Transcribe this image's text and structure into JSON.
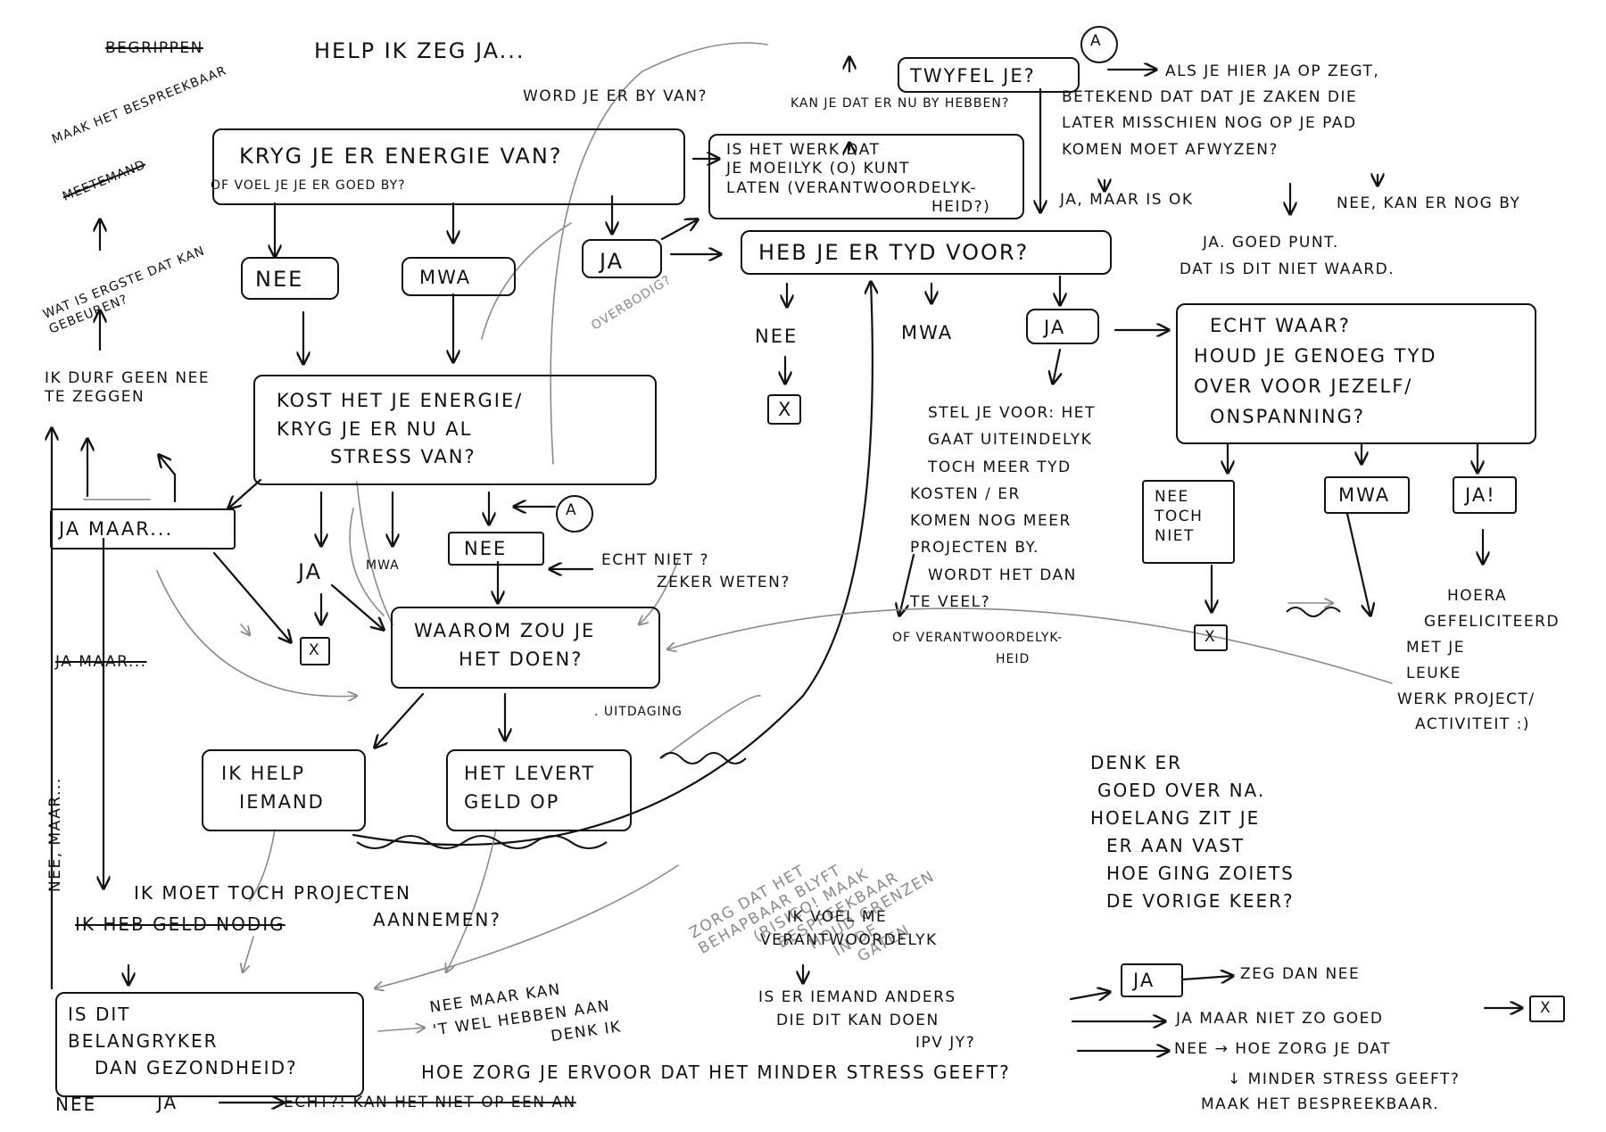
{
  "title_struck": "BEGRIPPEN",
  "title": "HELP IK ZEG JA...",
  "top_left": {
    "make_discussable": "MAAK HET BESPREEKBAAR",
    "make_struck": "MEETEMAND",
    "worst_case": "WAT IS ERGSTE DAT KAN GEBEUREN?",
    "dare_not": "IK DURF GEEN NEE TE ZEGGEN"
  },
  "q_energy": {
    "hint": "WORD JE ER BY VAN?",
    "line1": "KRYG JE ER ENERGIE VAN?",
    "line2": "OF VOEL JE JE ER GOED BY?"
  },
  "ans_energy": {
    "nee": "NEE",
    "mwa": "MWA",
    "ja": "JA"
  },
  "q_difficult": {
    "hint": "KAN JE DAT ER NU BY HEBBEN?",
    "lines": [
      "IS HET WERK DAT",
      "JE MOEILYK (O) KUNT",
      "LATEN (VERANTWOORDELYK-",
      "HEID?)"
    ]
  },
  "q_doubt": {
    "label": "TWYFEL JE?",
    "marker": "A",
    "lines": [
      "ALS JE HIER JA OP ZEGT,",
      "BETEKEND DAT DAT JE ZAKEN DIE",
      "LATER MISSCHIEN NOG OP JE PAD",
      "KOMEN MOET AFWYZEN?"
    ],
    "ans_yes": "JA, MAAR IS OK",
    "ans_no": "NEE, KAN ER NOG BY",
    "ans_good": "JA. GOED PUNT.",
    "ans_good2": "DAT IS DIT NIET WAARD."
  },
  "q_time": {
    "label": "HEB JE ER TYD VOOR?",
    "nee": "NEE",
    "mwa": "MWA",
    "ja": "JA",
    "x": "X"
  },
  "q_really": {
    "lines": [
      "ECHT WAAR?",
      "HOUD JE GENOEG TYD",
      "OVER VOOR JEZELF/",
      "ONSPANNING?"
    ],
    "nee": "NEE TOCH NIET",
    "mwa": "MWA",
    "ja": "JA!",
    "x": "X",
    "hooray": [
      "HOERA",
      "GEFELICITEERD",
      "MET JE",
      "LEUKE",
      "WERK PROJECT/",
      "ACTIVITEIT :)"
    ]
  },
  "ja_time_note": [
    "STEL JE VOOR: HET",
    "GAAT UITEINDELYK",
    "TOCH MEER TYD",
    "KOSTEN / ER",
    "KOMEN NOG MEER",
    "PROJECTEN BY.",
    "WORDT HET DAN",
    "TE VEEL?"
  ],
  "ja_time_note2": [
    "OF VERANTWOORDELYK-",
    "HEID"
  ],
  "q_stress": {
    "lines": [
      "KOST HET JE ENERGIE/",
      "KRYG JE ER NU AL",
      "STRESS VAN?"
    ],
    "aside": "OVERBODIG?",
    "ja_maar": "JA MAAR...",
    "ja": "JA",
    "mwa": "MWA",
    "nee": "NEE",
    "marker": "A",
    "really_not": [
      "ECHT NIET ?",
      "ZEKER WETEN?"
    ],
    "x": "X",
    "ja_maar_struck": "JA MAAR..."
  },
  "q_why": {
    "lines": [
      "WAAROM ZOU JE",
      "HET DOEN?"
    ],
    "challenge": ". UITDAGING",
    "help": [
      "IK HELP",
      "IEMAND"
    ],
    "money": [
      "HET LEVERT",
      "GELD OP"
    ]
  },
  "think": [
    "DENK ER",
    "GOED OVER NA.",
    "HOELANG ZIT JE",
    "ER AAN VAST",
    "HOE GING ZOIETS",
    "DE VORIGE KEER?"
  ],
  "bottom_left": {
    "side": "NEE, MAAR...",
    "must_accept": [
      "IK MOET TOCH PROJECTEN",
      "AANNEMEN?"
    ],
    "need_money": "IK HEB GELD NODIG",
    "health": [
      "IS DIT",
      "BELANGRYKER",
      "DAN GEZONDHEID?"
    ],
    "nee": "NEE",
    "ja": "JA",
    "echt_struck": "ECHT?! KAN HET NIET OP EEN AN",
    "maybe": [
      "NEE MAAR KAN",
      "'T WEL HEBBEN AAN",
      "DENK IK"
    ],
    "how_less": "HOE ZORG JE ERVOOR DAT HET MINDER STRESS GEEFT?"
  },
  "bottom_mid": {
    "diagonal": [
      "ZORG DAT HET",
      "BEHAPBAAR BLYFT",
      "(RISICO! MAAK",
      "BESPREEKBAAR",
      "HOUD GRENZEN",
      "IN DE",
      "GATEN"
    ],
    "responsible": [
      "IK VOEL ME",
      "VERANTWOORDELYK"
    ],
    "someone": [
      "IS ER IEMAND ANDERS",
      "DIE DIT KAN DOEN",
      "IPV JY?"
    ],
    "ja": "JA",
    "say_no": "ZEG DAN NEE",
    "ja_but": "JA MAAR NIET ZO GOED",
    "x": "X",
    "nee_how": "NEE → HOE ZORG JE DAT",
    "less_stress": "↓ MINDER STRESS GEEFT?",
    "discuss": "MAAK HET BESPREEKBAAR."
  }
}
